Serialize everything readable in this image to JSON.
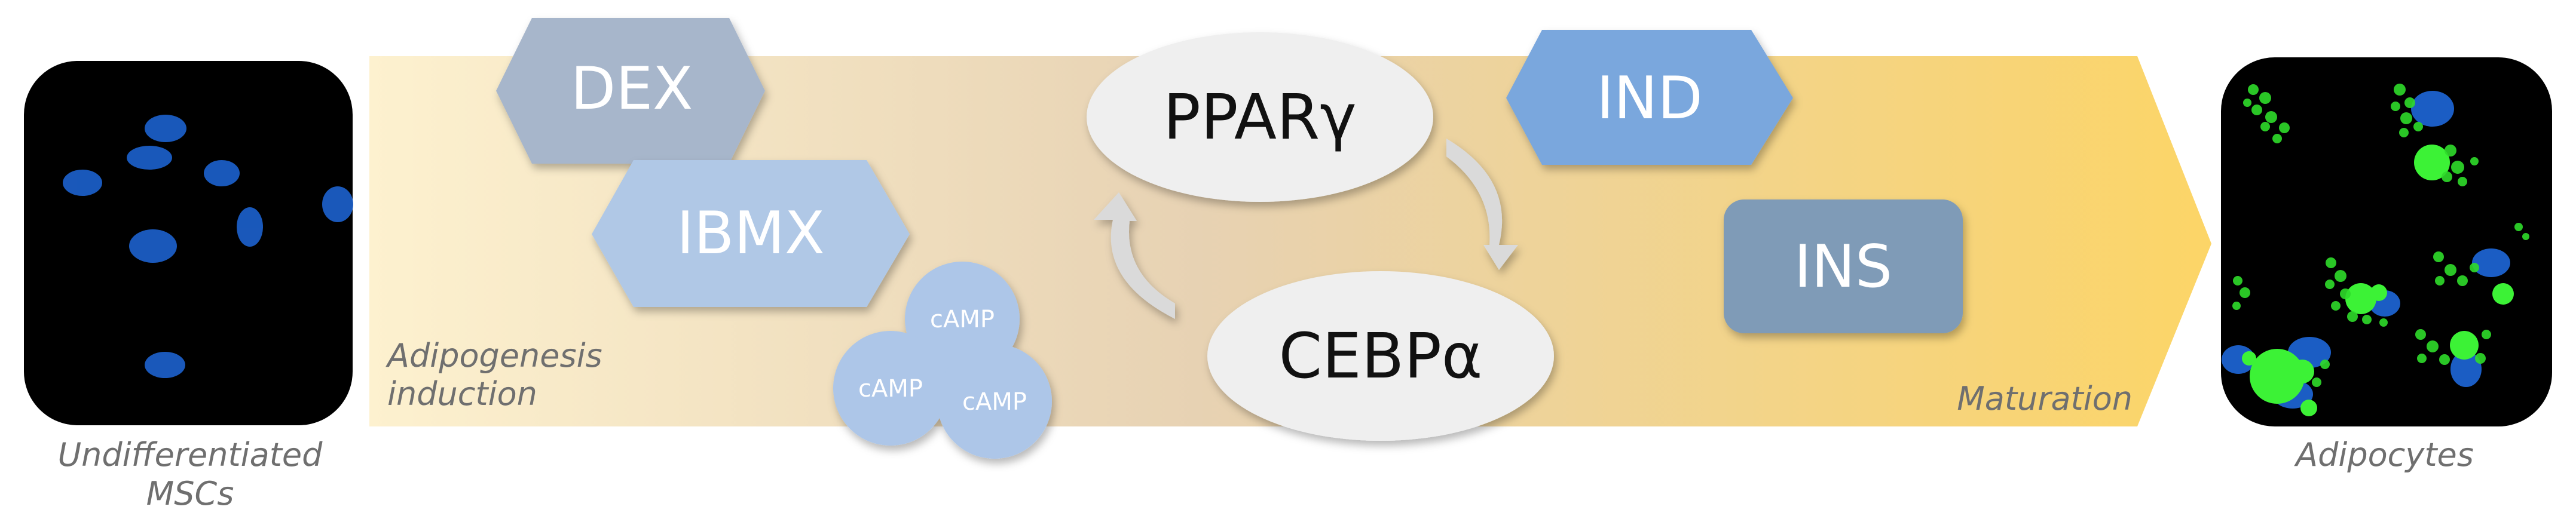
{
  "colors": {
    "arrow_start": "#fdf1cf",
    "arrow_mid": "#e6d2b2",
    "arrow_end": "#fcd567",
    "dex": "#a7b6cb",
    "ibmx": "#b0c8e6",
    "camp": "#adc6e8",
    "ind": "#7aa7dd",
    "ins": "#7f9bb7",
    "ellipse": "#efefef",
    "cycle_arrow": "#dadada",
    "cell_nucleus": "#1b5dc4",
    "lipid": "#3cf236",
    "caption": "#6f6f6f"
  },
  "cells": {
    "left_caption_line1": "Undifferentiated",
    "left_caption_line2": "MSCs",
    "right_caption": "Adipocytes"
  },
  "stages": {
    "induction_line1": "Adipogenesis",
    "induction_line2": "induction",
    "maturation": "Maturation"
  },
  "factors": {
    "dex": "DEX",
    "ibmx": "IBMX",
    "camp": [
      "cAMP",
      "cAMP",
      "cAMP"
    ],
    "ind": "IND",
    "ins": "INS"
  },
  "transcription": {
    "ppar": "PPARγ",
    "cebp": "CEBPα"
  }
}
